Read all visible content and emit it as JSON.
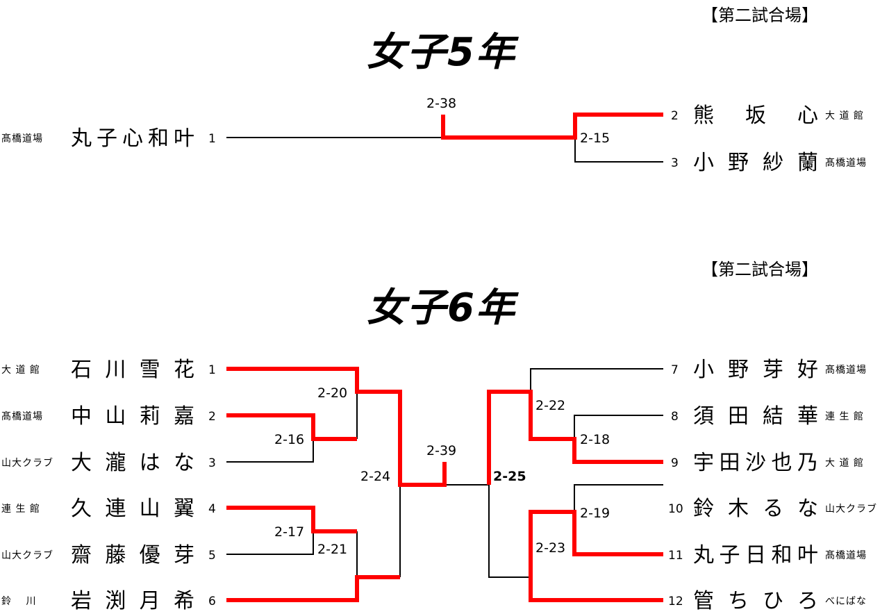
{
  "brackets": [
    {
      "venue": "【第二試合場】",
      "title": "女子5年",
      "match_labels": [
        "2-38",
        "2-15"
      ],
      "left_players": [
        {
          "seed": "1",
          "name": "丸子心和叶",
          "club": "髙橋道場"
        }
      ],
      "right_players": [
        {
          "seed": "2",
          "name": "熊　坂　心",
          "club": "大 道 館"
        },
        {
          "seed": "3",
          "name": "小野紗蘭",
          "club": "髙橋道場"
        }
      ]
    },
    {
      "venue": "【第二試合場】",
      "title": "女子6年",
      "match_labels": [
        "2-20",
        "2-16",
        "2-24",
        "2-17",
        "2-21",
        "2-39",
        "2-25",
        "2-22",
        "2-18",
        "2-19",
        "2-23"
      ],
      "left_players": [
        {
          "seed": "1",
          "name": "石川雪花",
          "club": "大 道 館"
        },
        {
          "seed": "2",
          "name": "中山莉嘉",
          "club": "髙橋道場"
        },
        {
          "seed": "3",
          "name": "大瀧はな",
          "club": "山大クラブ"
        },
        {
          "seed": "4",
          "name": "久連山翼",
          "club": "連 生 館"
        },
        {
          "seed": "5",
          "name": "齋藤優芽",
          "club": "山大クラブ"
        },
        {
          "seed": "6",
          "name": "岩渕月希",
          "club": "鈴　 川"
        }
      ],
      "right_players": [
        {
          "seed": "7",
          "name": "小野芽好",
          "club": "髙橋道場"
        },
        {
          "seed": "8",
          "name": "須田結華",
          "club": "連 生 館"
        },
        {
          "seed": "9",
          "name": "宇田沙也乃",
          "club": "大 道 館"
        },
        {
          "seed": "10",
          "name": "鈴木るな",
          "club": "山大クラブ"
        },
        {
          "seed": "11",
          "name": "丸子日和叶",
          "club": "髙橋道場"
        },
        {
          "seed": "12",
          "name": "管ちひろ",
          "club": "べにばな"
        }
      ]
    }
  ],
  "colors": {
    "winner": "#ff0000",
    "line": "#000000"
  }
}
